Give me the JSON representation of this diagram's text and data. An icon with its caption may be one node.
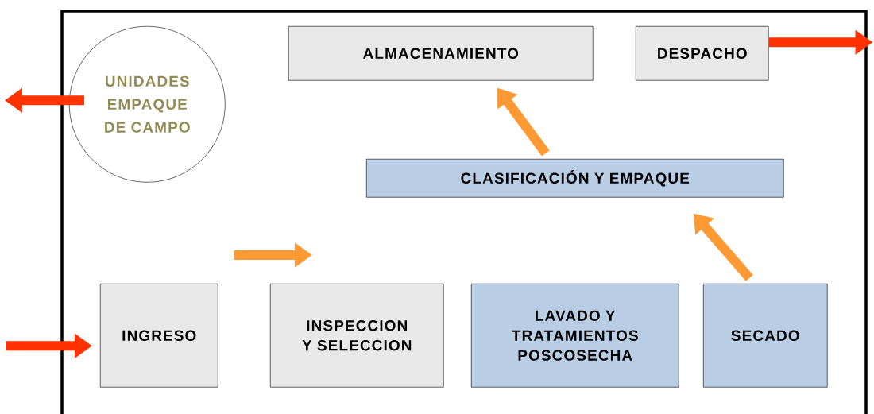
{
  "diagram": {
    "nodes": [
      {
        "text": [],
        "shape": "box"
      },
      {
        "text": [
          "UNIDADES EMPAQUE DE CAMPO"
        ],
        "in": 0
      },
      {
        "text": [
          "ALMACENAMIENTO"
        ],
        "in": 0
      },
      {
        "text": [
          "DESPACHO"
        ],
        "in": 0
      },
      {
        "text": [
          "CLASIFICACIÓN Y EMPAQUE"
        ],
        "in": 0
      },
      {
        "text": [
          "INGRESO"
        ],
        "in": 0
      },
      {
        "text": [
          "INSPECCION Y SELECCION"
        ],
        "in": 0
      },
      {
        "text": [
          "LAVADO Y TRATAMIENTOS POSCOSECHA"
        ],
        "in": 0
      },
      {
        "text": [
          "SECADO"
        ],
        "in": 0
      }
    ],
    "edges": [
      {
        "from": 1,
        "to": null,
        "arrow": "to",
        "color": "#ff3300"
      },
      {
        "from": 3,
        "to": null,
        "arrow": "to",
        "color": "#ff3300"
      },
      {
        "from": null,
        "to": 5,
        "arrow": "to",
        "color": "#ff3300"
      },
      {
        "from": 5,
        "to": 6,
        "arrow": "to",
        "color": "#ff9933"
      },
      {
        "from": 8,
        "to": 4,
        "arrow": "to",
        "color": "#ff9933"
      },
      {
        "from": 4,
        "to": 2,
        "arrow": "to",
        "color": "#ff9933"
      }
    ]
  }
}
